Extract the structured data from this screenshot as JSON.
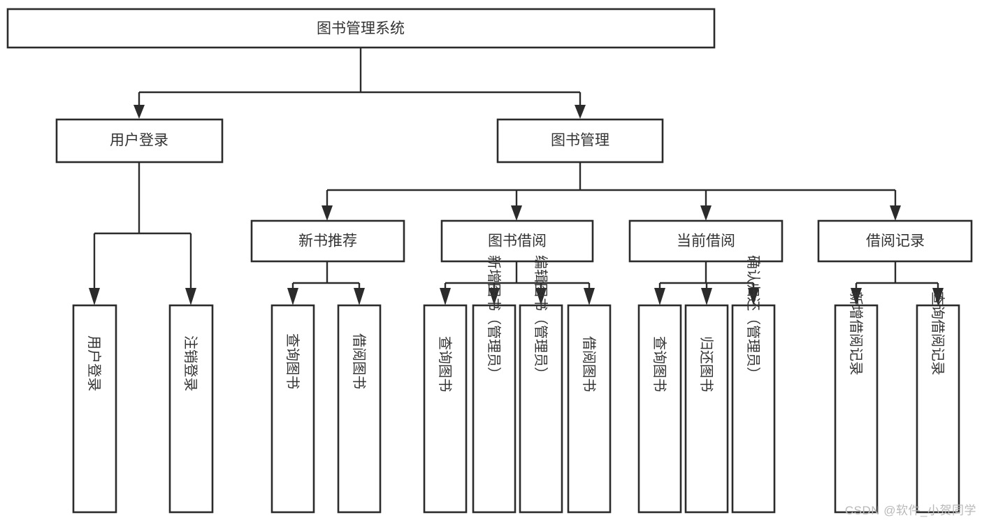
{
  "diagram": {
    "type": "tree-hierarchy",
    "title": "图书管理系统",
    "watermark": "CSDN @软件_小贺同学",
    "colors": {
      "stroke": "#2b2b2b",
      "box_fill": "#ffffff",
      "text": "#333333",
      "background": "#ffffff",
      "watermark": "#b9b9b9"
    },
    "root": {
      "label": "图书管理系统"
    },
    "level2": [
      {
        "label": "用户登录"
      },
      {
        "label": "图书管理"
      }
    ],
    "level3": [
      {
        "label": "新书推荐"
      },
      {
        "label": "图书借阅"
      },
      {
        "label": "当前借阅"
      },
      {
        "label": "借阅记录"
      }
    ],
    "leaves": {
      "user_login": [
        {
          "label": "用户登录"
        },
        {
          "label": "注销登录"
        }
      ],
      "new_book": [
        {
          "label": "查询图书"
        },
        {
          "label": "借阅图书"
        }
      ],
      "book_borrow": [
        {
          "label": "查询图书"
        },
        {
          "label": "新增图书（管理员）"
        },
        {
          "label": "编辑图书（管理员）"
        },
        {
          "label": "借阅图书"
        }
      ],
      "current_borrow": [
        {
          "label": "查询图书"
        },
        {
          "label": "归还图书"
        },
        {
          "label": "确认归还（管理员）"
        }
      ],
      "borrow_record": [
        {
          "label": "新增借阅记录"
        },
        {
          "label": "查询借阅记录"
        }
      ]
    }
  }
}
